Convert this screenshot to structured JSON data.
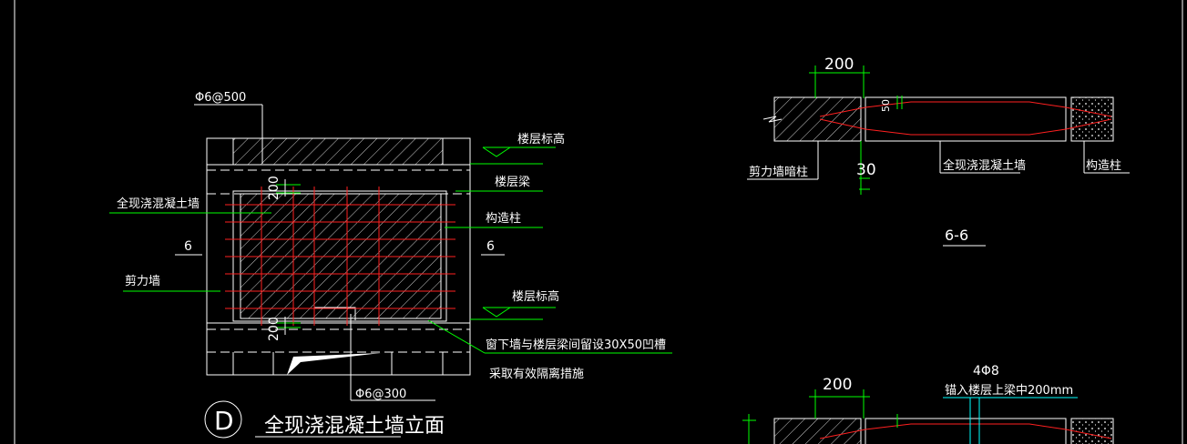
{
  "colors": {
    "background": "#000000",
    "outline": "#ffffff",
    "rebar": "#ff2020",
    "leader": "#00ff00",
    "dimension": "#00ffff"
  },
  "elevation": {
    "rebar_top_label": "Φ6@500",
    "rebar_bottom_label": "Φ6@300",
    "floor_level_top": "楼层标高",
    "floor_beam": "楼层梁",
    "structural_column": "构造柱",
    "cast_wall": "全现浇混凝土墙",
    "shear_wall": "剪力墙",
    "floor_level_bottom": "楼层标高",
    "groove_note": "窗下墙与楼层梁间留设30X50凹槽",
    "groove_note_2": "采取有效隔离措施",
    "section_left": "6",
    "section_right": "6",
    "dim_top": "200",
    "dim_bottom": "200",
    "title_letter": "D",
    "title": "全现浇混凝土墙立面"
  },
  "section66": {
    "dim_top": "200",
    "dim_gap": "30",
    "shear_wall_column": "剪力墙暗柱",
    "cast_wall": "全现浇混凝土墙",
    "structural_column": "构造柱",
    "section_title": "6-6",
    "small_dim": "50"
  },
  "lower_detail": {
    "dim_top": "200",
    "rebar": "4Φ8",
    "note": "锚入楼层上梁中200mm"
  }
}
